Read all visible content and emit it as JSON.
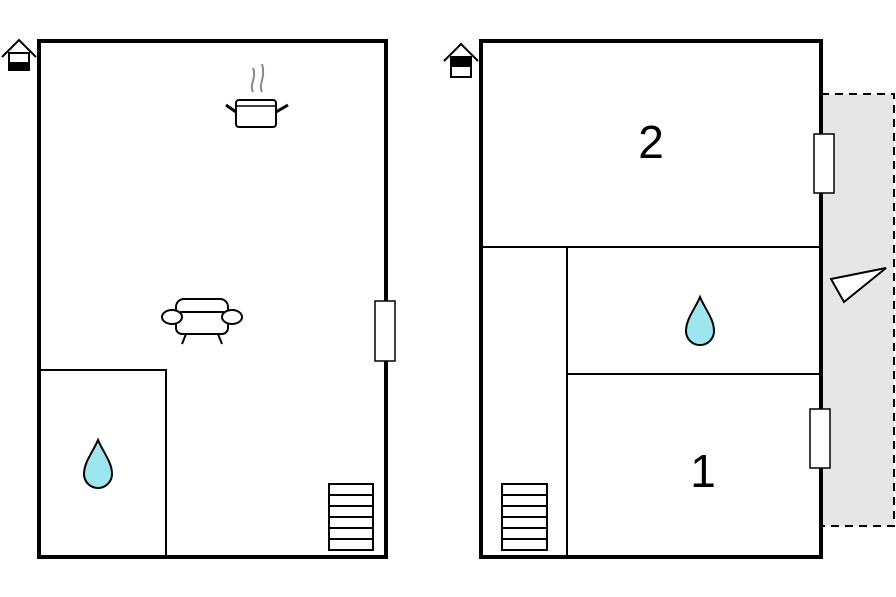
{
  "floors": [
    {
      "level": "ground",
      "rooms": [
        {
          "id": "living",
          "icon": "sofa-icon"
        },
        {
          "id": "kitchen",
          "icon": "cooking-pot-icon"
        },
        {
          "id": "bathroom",
          "icon": "water-drop-icon"
        }
      ],
      "stairs": true
    },
    {
      "level": "upper",
      "rooms": [
        {
          "id": "bedroom-2",
          "label": "2"
        },
        {
          "id": "bathroom",
          "icon": "water-drop-icon"
        },
        {
          "id": "bedroom-1",
          "label": "1"
        }
      ],
      "stairs": true,
      "terrace": true,
      "north_arrow": true
    }
  ],
  "colors": {
    "wall": "#000000",
    "water": "#9ee6ef",
    "terrace": "#e6e6e6",
    "background": "#ffffff"
  }
}
